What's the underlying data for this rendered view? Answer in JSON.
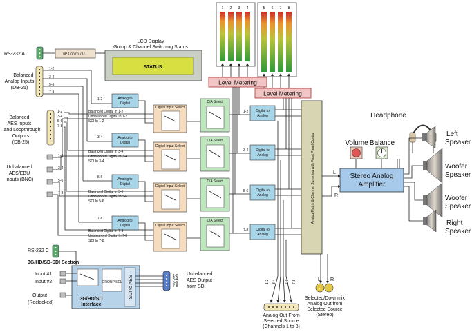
{
  "rs232a": {
    "label": "RS-232 A",
    "up_control": "uP Control / U.I."
  },
  "lcd": {
    "title_line1": "LCD Display",
    "title_line2": "Group & Channel Switching Status",
    "status": "STATUS"
  },
  "balanced_analog": {
    "label_line1": "Balanced",
    "label_line2": "Analog Inputs",
    "label_line3": "(DB-25)",
    "pins": [
      "1-2",
      "3-4",
      "5-6",
      "7-8"
    ]
  },
  "balanced_aes": {
    "label_line1": "Balanced",
    "label_line2": "AES Inputs",
    "label_line3": "and Loopthrough",
    "label_line4": "Outputs",
    "label_line5": "(DB-25)",
    "pins": [
      "1-2",
      "3-4",
      "5-6",
      "7-8"
    ]
  },
  "unbalanced_aes": {
    "label_line1": "Unbalanced",
    "label_line2": "AES/EBU",
    "label_line3": "Inputs (BNC)",
    "pins": [
      "1-2",
      "3-4",
      "5-6",
      "7-8"
    ]
  },
  "meters": {
    "left_nums": [
      "1",
      "2",
      "3",
      "4"
    ],
    "right_nums": [
      "5",
      "6",
      "7",
      "8"
    ],
    "label": "Level Metering"
  },
  "groups": [
    {
      "ch": "1-2",
      "a2d_line1": "Analog to",
      "a2d_line2": "Digital",
      "dis_label": "Digital Input Select",
      "da_label": "D/A Select",
      "d2a_line1": "Digital to",
      "d2a_line2": "Analog",
      "in1": "Balanced Digital In 1-2",
      "in2": "Unbalanced Digital In 1-2",
      "in3": "SDI In 1-2",
      "out_a": "1",
      "out_b": "2"
    },
    {
      "ch": "3-4",
      "a2d_line1": "Analog to",
      "a2d_line2": "Digital",
      "dis_label": "Digital Input Select",
      "da_label": "D/A Select",
      "d2a_line1": "Digital to",
      "d2a_line2": "Analog",
      "in1": "Balanced Digital In 3-4",
      "in2": "Unbalanced Digital In 3-4",
      "in3": "SDI In 3-4",
      "out_a": "3",
      "out_b": "4"
    },
    {
      "ch": "5-6",
      "a2d_line1": "Analog to",
      "a2d_line2": "Digital",
      "dis_label": "Digital Input Select",
      "da_label": "D/A Select",
      "d2a_line1": "Digital to",
      "d2a_line2": "Analog",
      "in1": "Balanced Digital In 5-6",
      "in2": "Unbalanced Digital In 5-6",
      "in3": "SDI In 5-6",
      "out_a": "5",
      "out_b": "6"
    },
    {
      "ch": "7-8",
      "a2d_line1": "Analog to",
      "a2d_line2": "Digital",
      "dis_label": "Digital Input Select",
      "da_label": "D/A Select",
      "d2a_line1": "Digital to",
      "d2a_line2": "Analog",
      "in1": "Balanced Digital In 7-8",
      "in2": "Unbalanced Digital In 7-8",
      "in3": "SDI In 7-8",
      "out_a": "7",
      "out_b": "8"
    }
  ],
  "matrix_label": "Analog Matrix & Channel Summing with Front Panel Control",
  "headphone": "Headphone",
  "volume": "Volume",
  "balance": "Balance",
  "amp": {
    "line1": "Stereo Analog",
    "line2": "Amplifier",
    "L": "L",
    "R": "R"
  },
  "speakers": [
    {
      "line1": "Left",
      "line2": "Speaker"
    },
    {
      "line1": "Woofer",
      "line2": "Speaker"
    },
    {
      "line1": "Woofer",
      "line2": "Speaker"
    },
    {
      "line1": "Right",
      "line2": "Speaker"
    }
  ],
  "sdi": {
    "rs232c": "RS-232 C",
    "section": "3G/HD/SD-SDI Section",
    "input1": "Input #1",
    "input2": "Input #2",
    "output_line1": "Output",
    "output_line2": "(Reclocked)",
    "group_sel": "GROUP SEL",
    "sdi_to_aes": "SDI to AES",
    "interface_line1": "3G/HD/SD",
    "interface_line2": "Interface"
  },
  "unbal_aes_out": {
    "line1": "Unbalanced",
    "line2": "AES Output",
    "line3": "from SDI",
    "pins": [
      "1-2",
      "3-4",
      "5-6",
      "7-8"
    ]
  },
  "bottom_out": {
    "pins": [
      "1-2",
      "3-4",
      "5-6",
      "7-8"
    ],
    "line1": "Analog Out From",
    "line2": "Selected Source",
    "line3": "(Channels 1 to 8)"
  },
  "downmix": {
    "L": "L",
    "R": "R",
    "line1": "Selected/Downmix",
    "line2": "Analog Out from",
    "line3": "Selected Source",
    "line4": "(Stereo)"
  }
}
